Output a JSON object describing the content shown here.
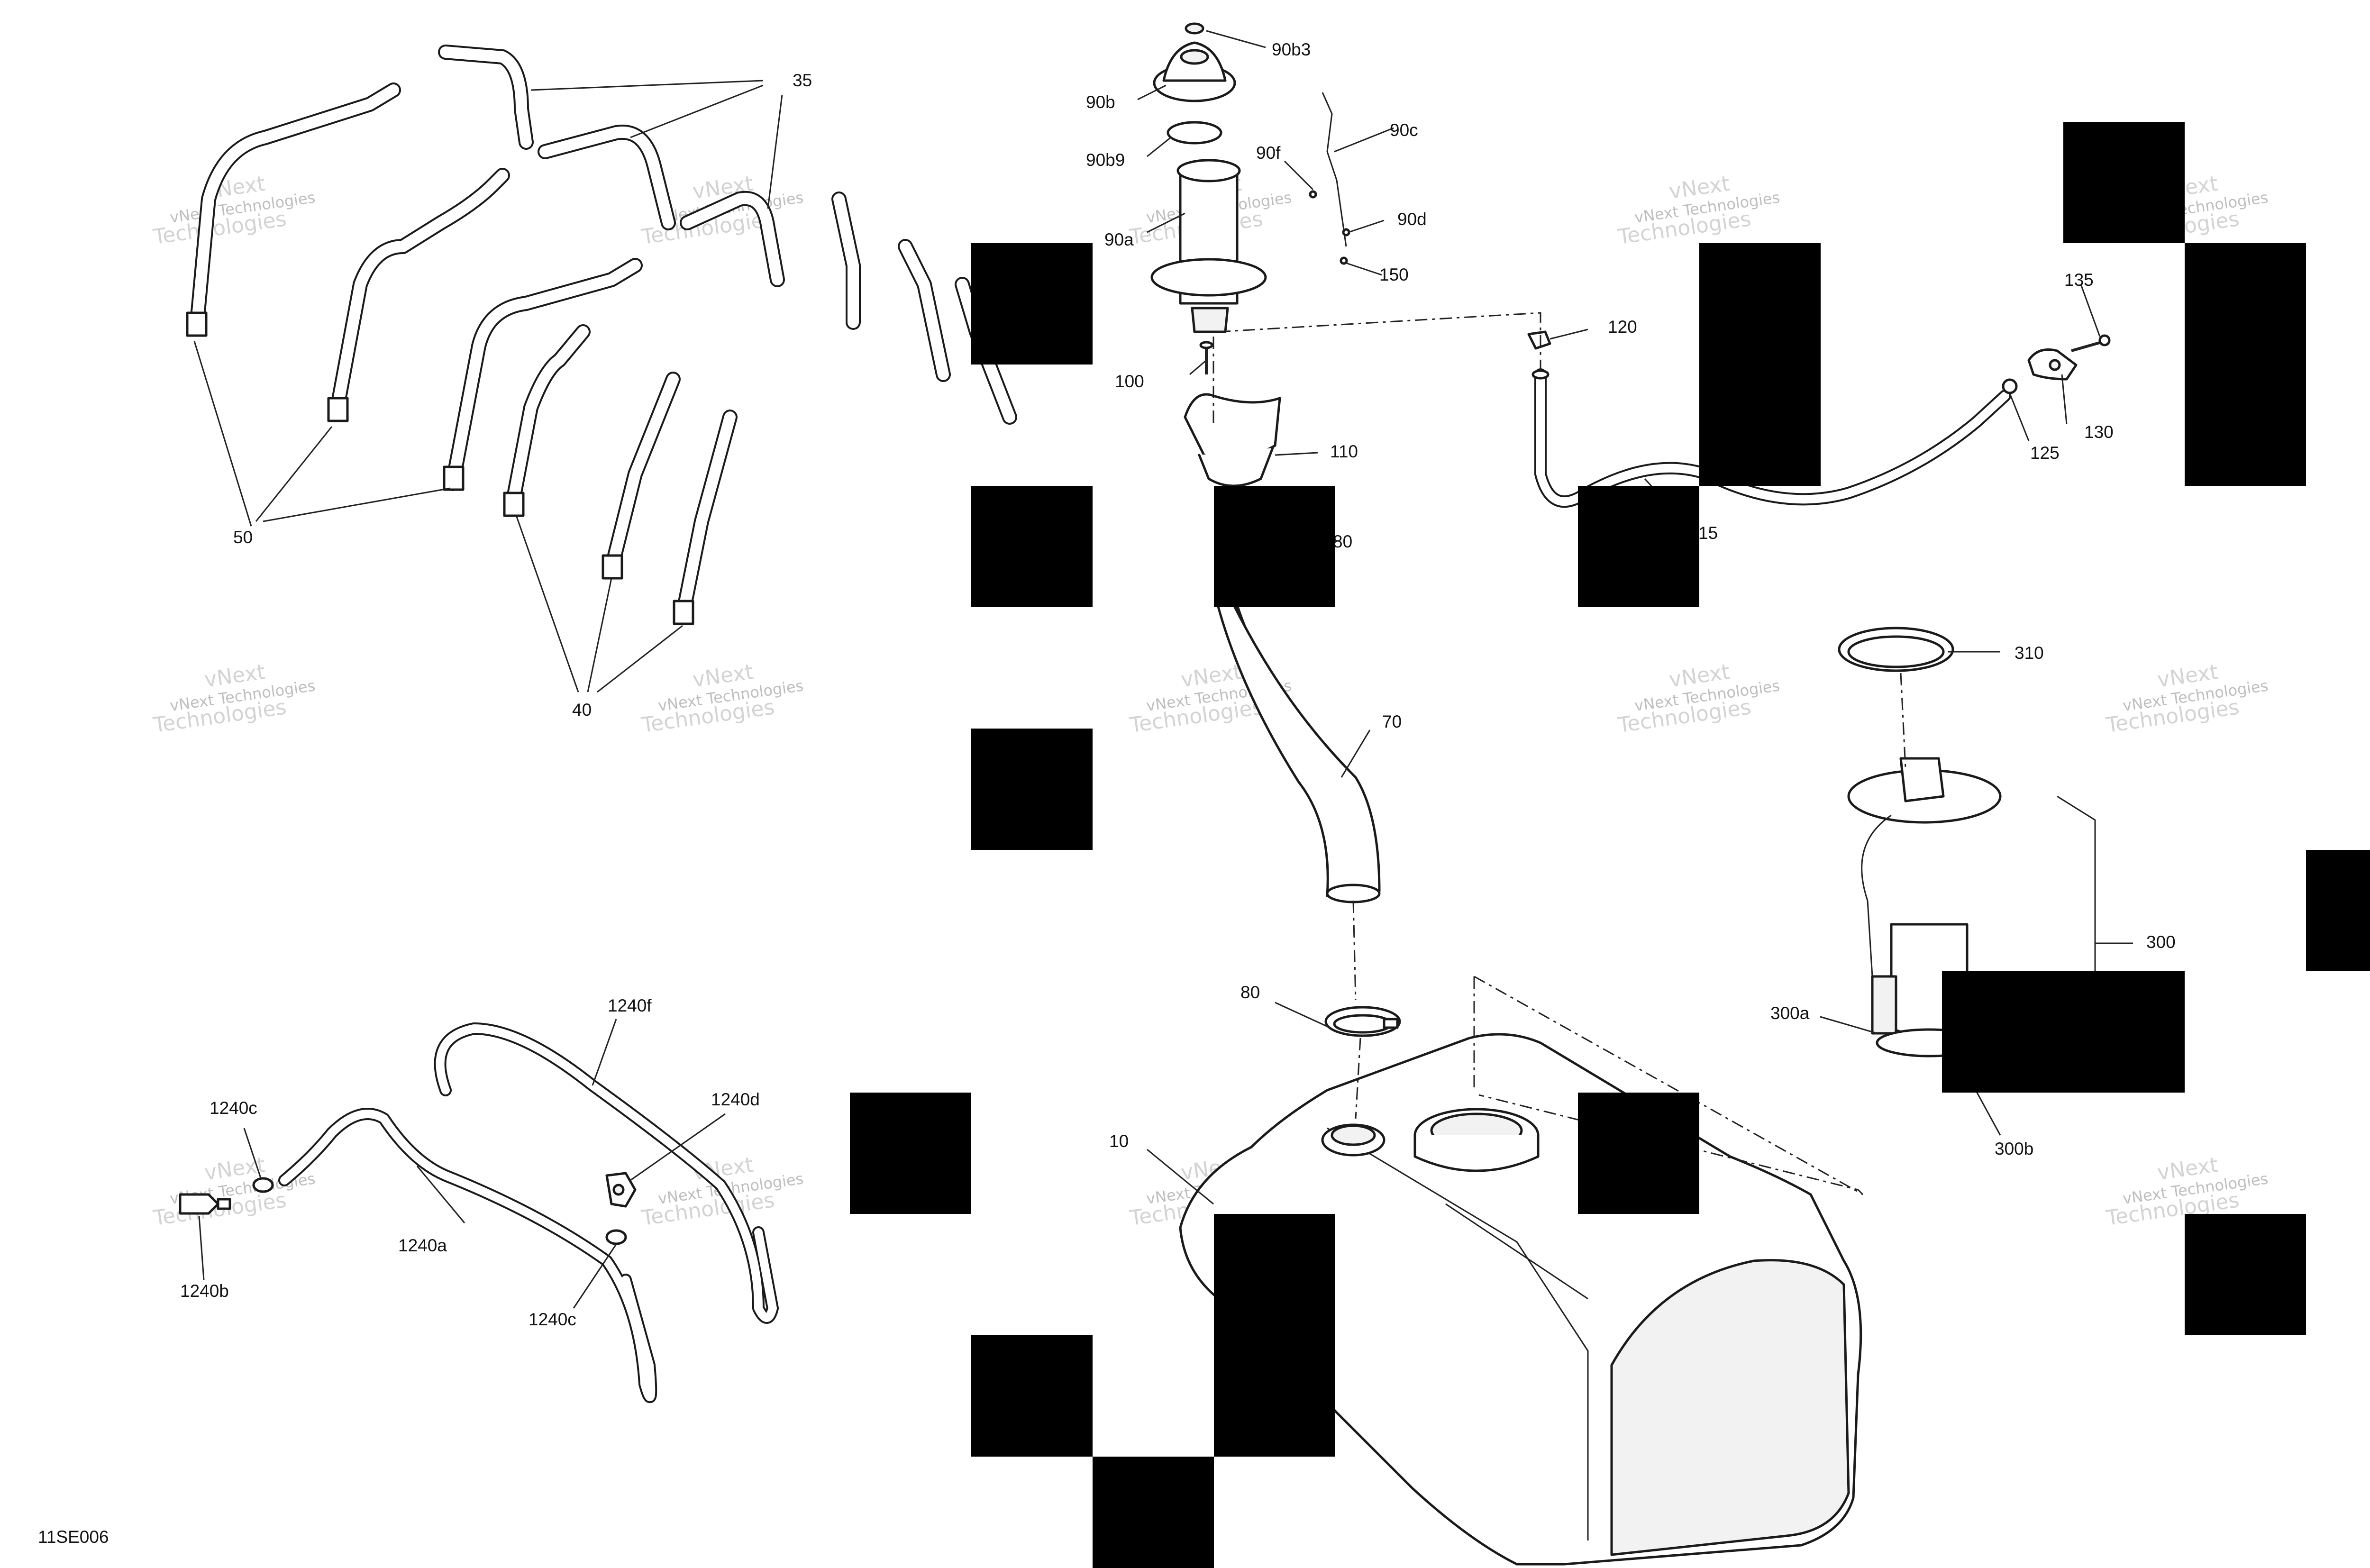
{
  "diagram_code": "11SE006",
  "watermark": {
    "line1": "vNext Technologies",
    "line2": "vNext",
    "line3": "Technologies"
  },
  "callouts": {
    "c35": "35",
    "c50": "50",
    "c40": "40",
    "c90b3": "90b3",
    "c90b": "90b",
    "c90b9": "90b9",
    "c90f": "90f",
    "c90c": "90c",
    "c90a": "90a",
    "c90d": "90d",
    "c150": "150",
    "c100": "100",
    "c110": "110",
    "c80a": "80",
    "c70": "70",
    "c80b": "80",
    "c10": "10",
    "c120": "120",
    "c15": "15",
    "c135": "135",
    "c130": "130",
    "c125": "125",
    "c310": "310",
    "c300": "300",
    "c300a": "300a",
    "c300b": "300b",
    "c1240f": "1240f",
    "c1240c_top": "1240c",
    "c1240d": "1240d",
    "c1240a": "1240a",
    "c1240b": "1240b",
    "c1240c_bottom": "1240c"
  }
}
